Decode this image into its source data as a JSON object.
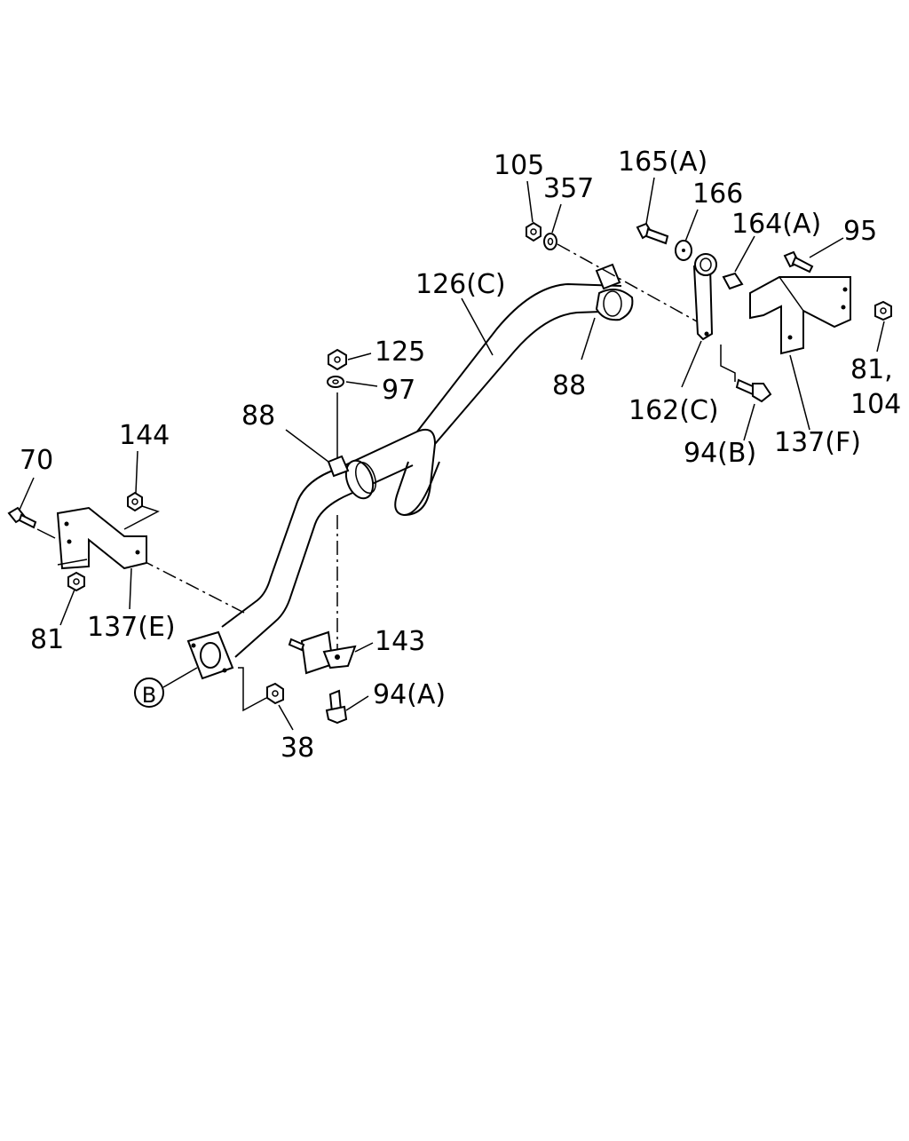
{
  "callouts": {
    "p105": "105",
    "p357": "357",
    "p165a": "165(A)",
    "p166": "166",
    "p164a": "164(A)",
    "p95": "95",
    "p126c": "126(C)",
    "p125": "125",
    "p97": "97",
    "p88_top": "88",
    "p88_right": "88",
    "p162c": "162(C)",
    "p81_104a": "81,",
    "p81_104b": "104",
    "p94b": "94(B)",
    "p137f": "137(F)",
    "p144": "144",
    "p70": "70",
    "p81": "81",
    "p137e": "137(E)",
    "p143": "143",
    "p94a": "94(A)",
    "p38": "38",
    "ref_b": "B"
  }
}
